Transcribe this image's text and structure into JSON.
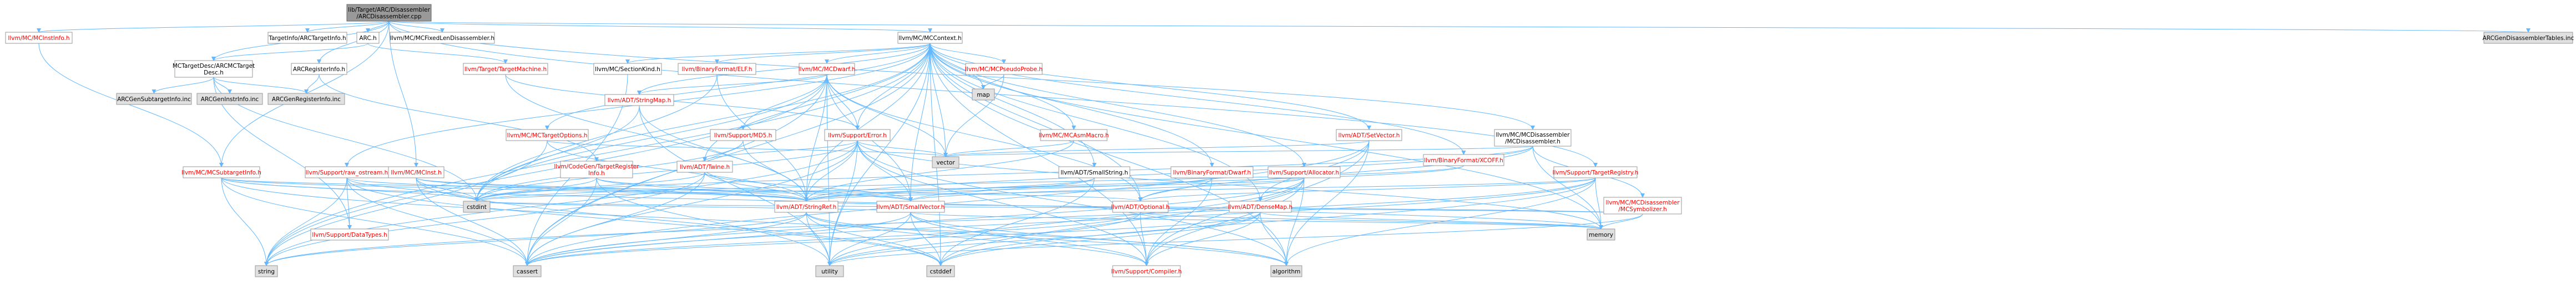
{
  "colors": {
    "root_fill": "#999999",
    "root_stroke": "#666666",
    "node_fill": "#ffffff",
    "node_stroke": "#999999",
    "missing_fill": "#e0e0e0",
    "missing_stroke": "#999999",
    "edge": "#63b8ff",
    "red_text": "#ff0000"
  },
  "nodes": [
    {
      "id": "root",
      "kind": "root",
      "lines": [
        "lib/Target/ARC/Disassembler",
        "/ARCDisassembler.cpp"
      ]
    },
    {
      "id": "mcinstinfo",
      "kind": "red",
      "lines": [
        "llvm/MC/MCInstInfo.h"
      ]
    },
    {
      "id": "targetinfo",
      "kind": "normal",
      "lines": [
        "TargetInfo/ARCTargetInfo.h"
      ]
    },
    {
      "id": "arch",
      "kind": "normal",
      "lines": [
        "ARC.h"
      ]
    },
    {
      "id": "fixedlen",
      "kind": "normal",
      "lines": [
        "llvm/MC/MCFixedLenDisassembler.h"
      ]
    },
    {
      "id": "mccontext",
      "kind": "normal",
      "lines": [
        "llvm/MC/MCContext.h"
      ]
    },
    {
      "id": "gendisasm",
      "kind": "missing",
      "lines": [
        "ARCGenDisassemblerTables.inc"
      ]
    },
    {
      "id": "mctargetdesc",
      "kind": "normal",
      "lines": [
        "MCTargetDesc/ARCMCTarget",
        "Desc.h"
      ]
    },
    {
      "id": "arcreginfo",
      "kind": "normal",
      "lines": [
        "ARCRegisterInfo.h"
      ]
    },
    {
      "id": "targetmachine",
      "kind": "red",
      "lines": [
        "llvm/Target/TargetMachine.h"
      ]
    },
    {
      "id": "sectionkind",
      "kind": "normal",
      "lines": [
        "llvm/MC/SectionKind.h"
      ]
    },
    {
      "id": "binelf",
      "kind": "red",
      "lines": [
        "llvm/BinaryFormat/ELF.h"
      ]
    },
    {
      "id": "mcdwarf",
      "kind": "red",
      "lines": [
        "llvm/MC/MCDwarf.h"
      ]
    },
    {
      "id": "pseudoprobe",
      "kind": "red",
      "lines": [
        "llvm/MC/MCPseudoProbe.h"
      ]
    },
    {
      "id": "map",
      "kind": "missing",
      "lines": [
        "map"
      ]
    },
    {
      "id": "mcdisassembler",
      "kind": "normal",
      "lines": [
        "llvm/MC/MCDisassembler",
        "/MCDisassembler.h"
      ]
    },
    {
      "id": "gensubtarget",
      "kind": "missing",
      "lines": [
        "ARCGenSubtargetInfo.inc"
      ]
    },
    {
      "id": "geninstr",
      "kind": "missing",
      "lines": [
        "ARCGenInstrInfo.inc"
      ]
    },
    {
      "id": "genregister",
      "kind": "missing",
      "lines": [
        "ARCGenRegisterInfo.inc"
      ]
    },
    {
      "id": "stringmap",
      "kind": "red",
      "lines": [
        "llvm/ADT/StringMap.h"
      ]
    },
    {
      "id": "mcasmmacro",
      "kind": "red",
      "lines": [
        "llvm/MC/MCAsmMacro.h"
      ]
    },
    {
      "id": "setvector",
      "kind": "red",
      "lines": [
        "llvm/ADT/SetVector.h"
      ]
    },
    {
      "id": "xcoff",
      "kind": "red",
      "lines": [
        "llvm/BinaryFormat/XCOFF.h"
      ]
    },
    {
      "id": "mctargetoptions",
      "kind": "red",
      "lines": [
        "llvm/MC/MCTargetOptions.h"
      ]
    },
    {
      "id": "supmd5",
      "kind": "red",
      "lines": [
        "llvm/Support/MD5.h"
      ]
    },
    {
      "id": "superror",
      "kind": "red",
      "lines": [
        "llvm/Support/Error.h"
      ]
    },
    {
      "id": "mcsubtarget",
      "kind": "red",
      "lines": [
        "llvm/MC/MCSubtargetInfo.h"
      ]
    },
    {
      "id": "rawostream",
      "kind": "red",
      "lines": [
        "llvm/Support/raw_ostream.h"
      ]
    },
    {
      "id": "mcinst",
      "kind": "red",
      "lines": [
        "llvm/MC/MCInst.h"
      ]
    },
    {
      "id": "codegenreg",
      "kind": "red",
      "lines": [
        "llvm/CodeGen/TargetRegister",
        "Info.h"
      ]
    },
    {
      "id": "twine",
      "kind": "red",
      "lines": [
        "llvm/ADT/Twine.h"
      ]
    },
    {
      "id": "vector",
      "kind": "missing",
      "lines": [
        "vector"
      ]
    },
    {
      "id": "smallstring",
      "kind": "normal",
      "lines": [
        "llvm/ADT/SmallString.h"
      ]
    },
    {
      "id": "bindwarf",
      "kind": "red",
      "lines": [
        "llvm/BinaryFormat/Dwarf.h"
      ]
    },
    {
      "id": "allocator",
      "kind": "red",
      "lines": [
        "llvm/Support/Allocator.h"
      ]
    },
    {
      "id": "targetregistry",
      "kind": "red",
      "lines": [
        "llvm/Support/TargetRegistry.h"
      ]
    },
    {
      "id": "mcsymbolizer",
      "kind": "red",
      "lines": [
        "llvm/MC/MCDisassembler",
        "/MCSymbolizer.h"
      ]
    },
    {
      "id": "cstdint",
      "kind": "missing",
      "lines": [
        "cstdint"
      ]
    },
    {
      "id": "datatypes",
      "kind": "red",
      "lines": [
        "llvm/Support/DataTypes.h"
      ]
    },
    {
      "id": "stringref",
      "kind": "red",
      "lines": [
        "llvm/ADT/StringRef.h"
      ]
    },
    {
      "id": "smallvector",
      "kind": "red",
      "lines": [
        "llvm/ADT/SmallVector.h"
      ]
    },
    {
      "id": "optional",
      "kind": "red",
      "lines": [
        "llvm/ADT/Optional.h"
      ]
    },
    {
      "id": "densemap",
      "kind": "red",
      "lines": [
        "llvm/ADT/DenseMap.h"
      ]
    },
    {
      "id": "memory",
      "kind": "missing",
      "lines": [
        "memory"
      ]
    },
    {
      "id": "string",
      "kind": "missing",
      "lines": [
        "string"
      ]
    },
    {
      "id": "cassert",
      "kind": "missing",
      "lines": [
        "cassert"
      ]
    },
    {
      "id": "utility",
      "kind": "missing",
      "lines": [
        "utility"
      ]
    },
    {
      "id": "cstddef",
      "kind": "missing",
      "lines": [
        "cstddef"
      ]
    },
    {
      "id": "compiler",
      "kind": "red",
      "lines": [
        "llvm/Support/Compiler.h"
      ]
    },
    {
      "id": "algorithm",
      "kind": "missing",
      "lines": [
        "algorithm"
      ]
    }
  ],
  "edges": [
    [
      "root",
      "mcinstinfo"
    ],
    [
      "root",
      "targetinfo"
    ],
    [
      "root",
      "arch"
    ],
    [
      "root",
      "fixedlen"
    ],
    [
      "root",
      "mccontext"
    ],
    [
      "root",
      "gendisasm"
    ],
    [
      "root",
      "mctargetdesc"
    ],
    [
      "root",
      "arcreginfo"
    ],
    [
      "root",
      "mcinst"
    ],
    [
      "root",
      "mcsubtarget"
    ],
    [
      "root",
      "targetregistry"
    ],
    [
      "root",
      "mcdisassembler"
    ],
    [
      "mcinstinfo",
      "mcsubtarget"
    ],
    [
      "arch",
      "mctargetdesc"
    ],
    [
      "arch",
      "targetmachine"
    ],
    [
      "mctargetdesc",
      "gensubtarget"
    ],
    [
      "mctargetdesc",
      "geninstr"
    ],
    [
      "mctargetdesc",
      "genregister"
    ],
    [
      "mctargetdesc",
      "cstdint"
    ],
    [
      "mctargetdesc",
      "datatypes"
    ],
    [
      "arcreginfo",
      "genregister"
    ],
    [
      "arcreginfo",
      "codegenreg"
    ],
    [
      "targetmachine",
      "superror"
    ],
    [
      "targetmachine",
      "stringref"
    ],
    [
      "mccontext",
      "sectionkind"
    ],
    [
      "mccontext",
      "binelf"
    ],
    [
      "mccontext",
      "mcdwarf"
    ],
    [
      "mccontext",
      "pseudoprobe"
    ],
    [
      "mccontext",
      "map"
    ],
    [
      "mccontext",
      "stringmap"
    ],
    [
      "mccontext",
      "mcasmmacro"
    ],
    [
      "mccontext",
      "setvector"
    ],
    [
      "mccontext",
      "xcoff"
    ],
    [
      "mccontext",
      "mctargetoptions"
    ],
    [
      "mccontext",
      "superror"
    ],
    [
      "mccontext",
      "rawostream"
    ],
    [
      "mccontext",
      "twine"
    ],
    [
      "mccontext",
      "vector"
    ],
    [
      "mccontext",
      "smallstring"
    ],
    [
      "mccontext",
      "bindwarf"
    ],
    [
      "mccontext",
      "allocator"
    ],
    [
      "mccontext",
      "stringref"
    ],
    [
      "mccontext",
      "smallvector"
    ],
    [
      "mccontext",
      "optional"
    ],
    [
      "mccontext",
      "densemap"
    ],
    [
      "mccontext",
      "memory"
    ],
    [
      "mccontext",
      "string"
    ],
    [
      "mccontext",
      "cassert"
    ],
    [
      "mccontext",
      "utility"
    ],
    [
      "mccontext",
      "cstddef"
    ],
    [
      "mccontext",
      "compiler"
    ],
    [
      "mccontext",
      "algorithm"
    ],
    [
      "mccontext",
      "cstdint"
    ],
    [
      "mcdwarf",
      "supmd5"
    ],
    [
      "mcdwarf",
      "superror"
    ],
    [
      "mcdwarf",
      "stringmap"
    ],
    [
      "mcdwarf",
      "stringref"
    ],
    [
      "mcdwarf",
      "optional"
    ],
    [
      "mcdwarf",
      "smallvector"
    ],
    [
      "mcdwarf",
      "vector"
    ],
    [
      "mcdwarf",
      "string"
    ],
    [
      "mcdwarf",
      "cassert"
    ],
    [
      "mcdwarf",
      "cstdint"
    ],
    [
      "mcdwarf",
      "utility"
    ],
    [
      "pseudoprobe",
      "vector"
    ],
    [
      "pseudoprobe",
      "map"
    ],
    [
      "mcasmmacro",
      "vector"
    ],
    [
      "mcasmmacro",
      "stringref"
    ],
    [
      "setvector",
      "densemap"
    ],
    [
      "setvector",
      "vector"
    ],
    [
      "setvector",
      "compiler"
    ],
    [
      "setvector",
      "cassert"
    ],
    [
      "setvector",
      "algorithm"
    ],
    [
      "mcdisassembler",
      "mcsymbolizer"
    ],
    [
      "mcdisassembler",
      "vector"
    ],
    [
      "mcdisassembler",
      "cstdint"
    ],
    [
      "mcdisassembler",
      "memory"
    ],
    [
      "mcdisassembler",
      "optional"
    ],
    [
      "mcdisassembler",
      "stringref"
    ],
    [
      "supmd5",
      "stringref"
    ],
    [
      "supmd5",
      "cstdint"
    ],
    [
      "superror",
      "cstdint"
    ],
    [
      "superror",
      "twine"
    ],
    [
      "superror",
      "smallvector"
    ],
    [
      "superror",
      "stringref"
    ],
    [
      "superror",
      "cassert"
    ],
    [
      "superror",
      "memory"
    ],
    [
      "superror",
      "string"
    ],
    [
      "superror",
      "utility"
    ],
    [
      "superror",
      "vector"
    ],
    [
      "superror",
      "compiler"
    ],
    [
      "superror",
      "algorithm"
    ],
    [
      "mcsubtarget",
      "stringref"
    ],
    [
      "mcsubtarget",
      "cstdint"
    ],
    [
      "mcsubtarget",
      "string"
    ],
    [
      "mcsubtarget",
      "cassert"
    ],
    [
      "mcsubtarget",
      "memory"
    ],
    [
      "mcsubtarget",
      "algorithm"
    ],
    [
      "mcsubtarget",
      "optional"
    ],
    [
      "rawostream",
      "datatypes"
    ],
    [
      "rawostream",
      "stringref"
    ],
    [
      "rawostream",
      "cassert"
    ],
    [
      "rawostream",
      "cstddef"
    ],
    [
      "rawostream",
      "cstdint"
    ],
    [
      "rawostream",
      "string"
    ],
    [
      "mcinst",
      "smallvector"
    ],
    [
      "mcinst",
      "stringref"
    ],
    [
      "mcinst",
      "cassert"
    ],
    [
      "mcinst",
      "cstddef"
    ],
    [
      "mcinst",
      "cstdint"
    ],
    [
      "codegenreg",
      "smallvector"
    ],
    [
      "codegenreg",
      "stringref"
    ],
    [
      "codegenreg",
      "cassert"
    ],
    [
      "codegenreg",
      "cstdint"
    ],
    [
      "codegenreg",
      "utility"
    ],
    [
      "twine",
      "smallvector"
    ],
    [
      "twine",
      "stringref"
    ],
    [
      "twine",
      "cassert"
    ],
    [
      "twine",
      "cstdint"
    ],
    [
      "twine",
      "string"
    ],
    [
      "smallstring",
      "smallvector"
    ],
    [
      "smallstring",
      "stringref"
    ],
    [
      "smallstring",
      "cstddef"
    ],
    [
      "bindwarf",
      "stringref"
    ],
    [
      "bindwarf",
      "compiler"
    ],
    [
      "bindwarf",
      "optional"
    ],
    [
      "allocator",
      "compiler"
    ],
    [
      "allocator",
      "smallvector"
    ],
    [
      "allocator",
      "cassert"
    ],
    [
      "allocator",
      "cstddef"
    ],
    [
      "allocator",
      "cstdint"
    ],
    [
      "allocator",
      "utility"
    ],
    [
      "allocator",
      "algorithm"
    ],
    [
      "targetregistry",
      "stringref"
    ],
    [
      "targetregistry",
      "optional"
    ],
    [
      "targetregistry",
      "cassert"
    ],
    [
      "targetregistry",
      "cstddef"
    ],
    [
      "targetregistry",
      "memory"
    ],
    [
      "targetregistry",
      "string"
    ],
    [
      "targetregistry",
      "algorithm"
    ],
    [
      "mcsymbolizer",
      "stringref"
    ],
    [
      "mcsymbolizer",
      "cstdint"
    ],
    [
      "mcsymbolizer",
      "memory"
    ],
    [
      "mcsymbolizer",
      "utility"
    ],
    [
      "stringref",
      "compiler"
    ],
    [
      "stringref",
      "cstddef"
    ],
    [
      "stringref",
      "string"
    ],
    [
      "stringref",
      "utility"
    ],
    [
      "stringref",
      "algorithm"
    ],
    [
      "stringref",
      "cassert"
    ],
    [
      "smallvector",
      "compiler"
    ],
    [
      "smallvector",
      "cstddef"
    ],
    [
      "smallvector",
      "cassert"
    ],
    [
      "smallvector",
      "algorithm"
    ],
    [
      "smallvector",
      "memory"
    ],
    [
      "smallvector",
      "utility"
    ],
    [
      "smallvector",
      "cstdint"
    ],
    [
      "optional",
      "compiler"
    ],
    [
      "optional",
      "cassert"
    ],
    [
      "optional",
      "memory"
    ],
    [
      "optional",
      "utility"
    ],
    [
      "densemap",
      "compiler"
    ],
    [
      "densemap",
      "cassert"
    ],
    [
      "densemap",
      "cstddef"
    ],
    [
      "densemap",
      "algorithm"
    ],
    [
      "densemap",
      "utility"
    ],
    [
      "densemap",
      "memory"
    ],
    [
      "stringmap",
      "stringref"
    ],
    [
      "stringmap",
      "cstdint"
    ],
    [
      "stringmap",
      "utility"
    ],
    [
      "xcoff",
      "stringref"
    ],
    [
      "xcoff",
      "cstdint"
    ],
    [
      "mctargetoptions",
      "stringref"
    ],
    [
      "mctargetoptions",
      "string"
    ],
    [
      "mctargetoptions",
      "vector"
    ],
    [
      "binelf",
      "cstdint"
    ],
    [
      "binelf",
      "stringref"
    ],
    [
      "sectionkind",
      "cassert"
    ]
  ]
}
